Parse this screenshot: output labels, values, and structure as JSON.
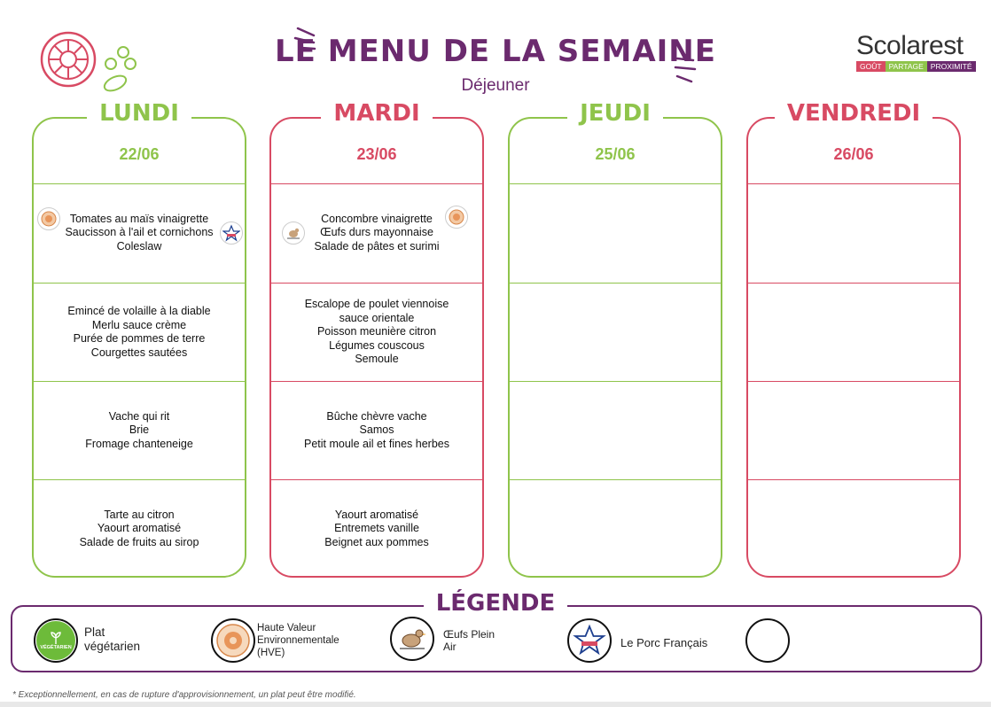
{
  "header": {
    "title": "LE MENU DE LA SEMAINE",
    "subtitle": "Déjeuner",
    "brand": "Scolarest",
    "brand_tags": [
      "GOÛT",
      "PARTAGE",
      "PROXIMITÉ"
    ]
  },
  "days": [
    {
      "name": "LUNDI",
      "date": "22/06",
      "theme": "green",
      "cells": [
        [
          "Tomates au maïs vinaigrette",
          "Saucisson à l'ail et cornichons",
          "Coleslaw"
        ],
        [
          "Emincé de volaille à la diable",
          "Merlu sauce crème",
          "Purée de pommes de terre",
          "Courgettes sautées"
        ],
        [
          "Vache qui rit",
          "Brie",
          "Fromage chanteneige"
        ],
        [
          "Tarte au citron",
          "Yaourt aromatisé",
          "Salade de fruits au sirop"
        ]
      ]
    },
    {
      "name": "MARDI",
      "date": "23/06",
      "theme": "red",
      "cells": [
        [
          "Concombre vinaigrette",
          "Œufs durs mayonnaise",
          "Salade de pâtes et surimi"
        ],
        [
          "Escalope de poulet viennoise sauce orientale",
          "Poisson meunière citron",
          "Légumes couscous",
          "Semoule"
        ],
        [
          "Bûche chèvre vache",
          "Samos",
          "Petit moule ail et fines herbes"
        ],
        [
          "Yaourt aromatisé",
          "Entremets vanille",
          "Beignet aux pommes"
        ]
      ]
    },
    {
      "name": "JEUDI",
      "date": "25/06",
      "theme": "green",
      "cells": [
        [],
        [],
        [],
        []
      ]
    },
    {
      "name": "VENDREDI",
      "date": "26/06",
      "theme": "red",
      "cells": [
        [],
        [],
        [],
        []
      ]
    }
  ],
  "legend": {
    "title": "LÉGENDE",
    "items": [
      {
        "icon": "vegetarian-icon",
        "label": "Plat végétarien",
        "badge_text": "VÉGÉTARIEN"
      },
      {
        "icon": "hve-icon",
        "label": "Haute Valeur Environnementale (HVE)"
      },
      {
        "icon": "free-range-egg-icon",
        "label": "Œufs Plein Air"
      },
      {
        "icon": "porc-francais-icon",
        "label": "Le Porc Français"
      },
      {
        "icon": "empty-icon",
        "label": ""
      }
    ]
  },
  "footnote": "* Exceptionnellement, en cas de rupture d'approvisionnement, un plat peut être modifié.",
  "colors": {
    "green": "#8fc44b",
    "red": "#d84a63",
    "purple": "#6b2a6e"
  }
}
